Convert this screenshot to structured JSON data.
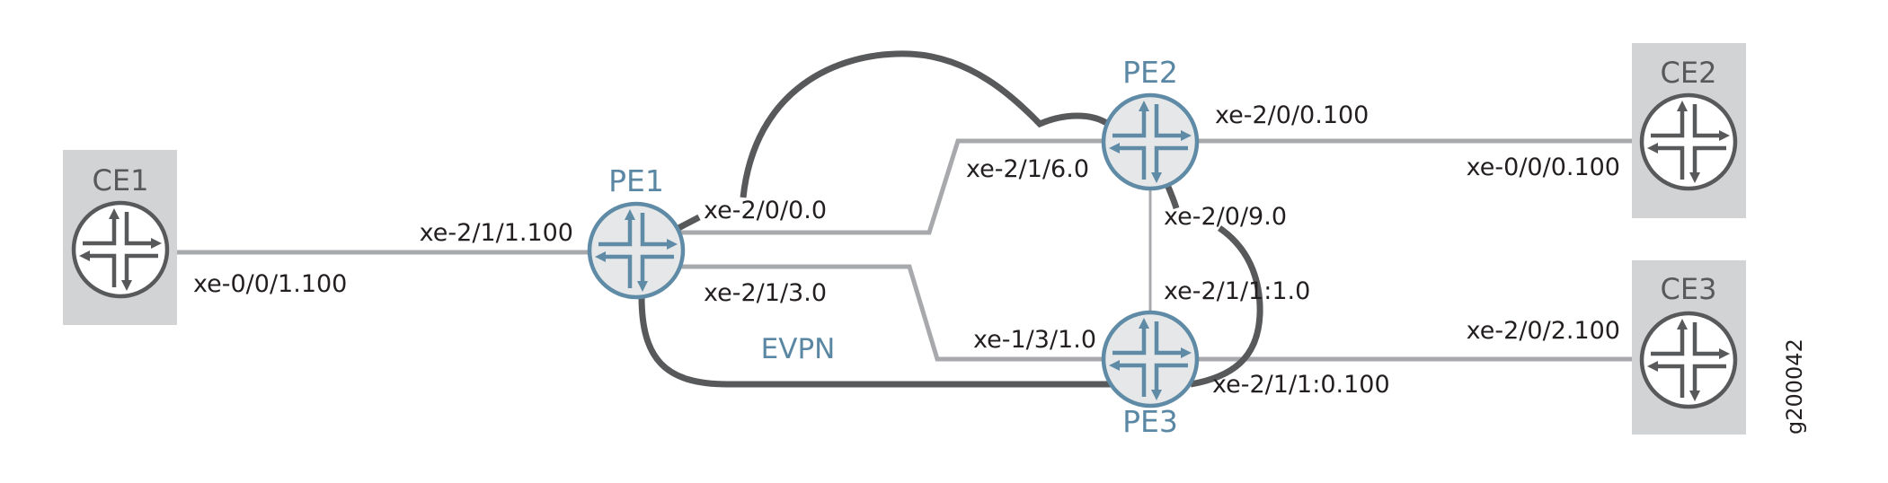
{
  "diagram": {
    "type": "network-topology",
    "figure_id": "g200042",
    "overlay_label": "EVPN",
    "nodes": {
      "ce1": {
        "label": "CE1",
        "role": "customer-edge",
        "icon": "router-icon"
      },
      "ce2": {
        "label": "CE2",
        "role": "customer-edge",
        "icon": "router-icon"
      },
      "ce3": {
        "label": "CE3",
        "role": "customer-edge",
        "icon": "router-icon"
      },
      "pe1": {
        "label": "PE1",
        "role": "provider-edge",
        "icon": "router-icon"
      },
      "pe2": {
        "label": "PE2",
        "role": "provider-edge",
        "icon": "router-icon"
      },
      "pe3": {
        "label": "PE3",
        "role": "provider-edge",
        "icon": "router-icon"
      }
    },
    "links": [
      {
        "from": "CE1",
        "to": "PE1",
        "style": "access",
        "from_interface": "xe-0/0/1.100",
        "to_interface": "xe-2/1/1.100"
      },
      {
        "from": "PE1",
        "to": "PE2",
        "style": "core",
        "from_interface": "xe-2/0/0.0",
        "to_interface": "xe-2/1/6.0"
      },
      {
        "from": "PE1",
        "to": "PE3",
        "style": "core",
        "from_interface": "xe-2/1/3.0",
        "to_interface": "xe-1/3/1.0"
      },
      {
        "from": "PE2",
        "to": "PE3",
        "style": "core",
        "from_interface": "xe-2/0/9.0",
        "to_interface": "xe-2/1/1:1.0"
      },
      {
        "from": "PE2",
        "to": "CE2",
        "style": "access",
        "from_interface": "xe-2/0/0.100",
        "to_interface": "xe-0/0/0.100"
      },
      {
        "from": "PE3",
        "to": "CE3",
        "style": "access",
        "from_interface": "xe-2/1/1:0.100",
        "to_interface": "xe-2/0/2.100"
      }
    ],
    "labels": {
      "ce1_pe1_ce_side": "xe-0/0/1.100",
      "ce1_pe1_pe_side": "xe-2/1/1.100",
      "pe1_pe2_pe1_side": "xe-2/0/0.0",
      "pe1_pe2_pe2_side": "xe-2/1/6.0",
      "pe1_pe3_pe1_side": "xe-2/1/3.0",
      "pe1_pe3_pe3_side": "xe-1/3/1.0",
      "pe2_pe3_pe2_side": "xe-2/0/9.0",
      "pe2_pe3_pe3_side": "xe-2/1/1:1.0",
      "pe2_ce2_pe_side": "xe-2/0/0.100",
      "pe2_ce2_ce_side": "xe-0/0/0.100",
      "pe3_ce3_pe_side": "xe-2/1/1:0.100",
      "pe3_ce3_ce_side": "xe-2/0/2.100"
    },
    "colors": {
      "pe_accent": "#5f8ba6",
      "ce_box": "#d1d3d4",
      "access_link": "#a7a9ac",
      "evpn_link": "#58595b"
    }
  }
}
